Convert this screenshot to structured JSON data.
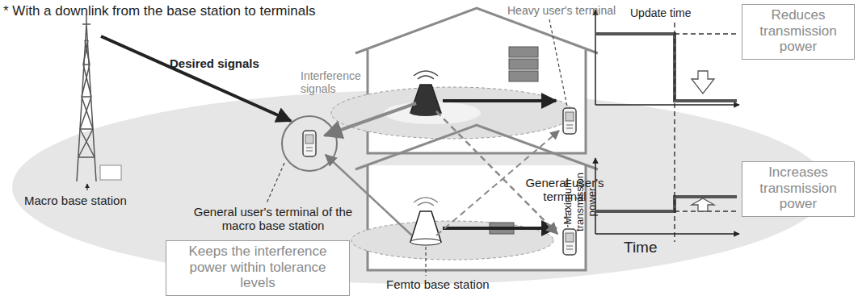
{
  "diagram": {
    "nodes": [
      {
        "text": [
          "Reduces transmission power"
        ]
      },
      {
        "text": [
          "Increases transmission power"
        ]
      },
      {
        "text": [
          "Keeps the interference power within tolerance levels"
        ]
      }
    ],
    "labels": [
      "* With a downlink from the base station to terminals",
      "Heavy user's terminal",
      "Update time",
      "Desired signals",
      "Interference signals",
      "General user's terminal",
      "Macro base station",
      "General user's terminal of the macro base station",
      "Femto base station",
      "Maximum transmission power",
      "Time"
    ]
  }
}
